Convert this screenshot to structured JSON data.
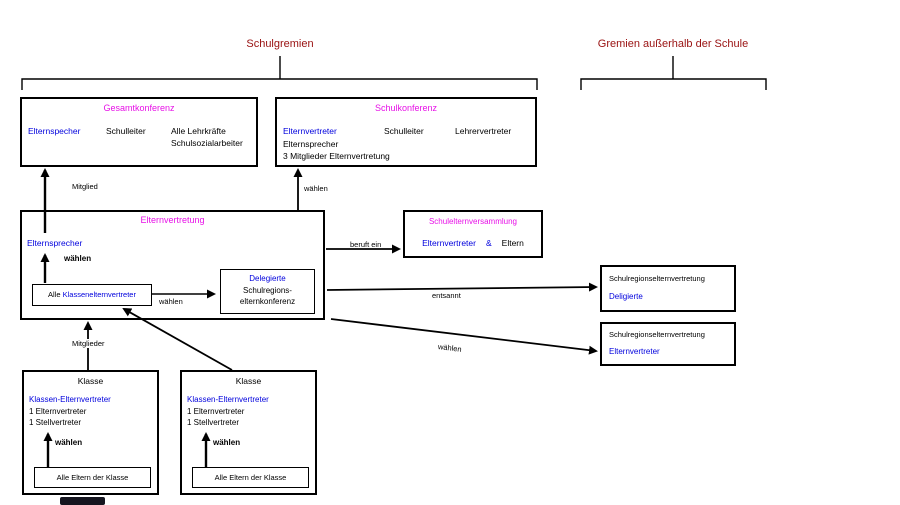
{
  "colors": {
    "header_red": "#991111",
    "title_magenta": "#e711e7",
    "text_blue": "#0000dd",
    "line_black": "#000000"
  },
  "headers": {
    "left": "Schulgremien",
    "right": "Gremien außerhalb der Schule"
  },
  "gesamtkonferenz": {
    "title": "Gesamtkonferenz",
    "member1": "Elternspecher",
    "member2": "Schulleiter",
    "member3_line1": "Alle Lehrkräfte",
    "member3_line2": "Schulsozialarbeiter"
  },
  "schulkonferenz": {
    "title": "Schulkonferenz",
    "member1": "Elternvertreter",
    "member2": "Schulleiter",
    "member3": "Lehrervertreter",
    "line2": "Elternsprecher",
    "line3": "3 Mitglieder Elternvertretung"
  },
  "elternvertretung": {
    "title": "Elternvertretung",
    "elternsprecher": "Elternsprecher",
    "inner_prefix": "Alle ",
    "inner_main": "Klassenelternvertreter",
    "delegierte_title": "Delegierte",
    "delegierte_line2": "Schulregions-",
    "delegierte_line3": "elternkonferenz"
  },
  "schulelternversammlung": {
    "title": "Schulelternversammlung",
    "member1": "Elternvertreter",
    "amp": "&",
    "member2": "Eltern"
  },
  "region_top": {
    "title": "Schulregionselternvertretung",
    "line2": "Deligierte"
  },
  "region_bottom": {
    "title": "Schulregionselternvertretung",
    "line2": "Elternvertreter"
  },
  "klasse1": {
    "title": "Klasse",
    "line1": "Klassen-Elternvertreter",
    "line2": "1 Elternvertreter",
    "line3": "1 Stellvertreter",
    "waehlen": "wählen",
    "inner": "Alle Eltern der Klasse"
  },
  "klasse2": {
    "title": "Klasse",
    "line1": "Klassen-Elternvertreter",
    "line2": "1 Elternvertreter",
    "line3": "1 Stellvertreter",
    "waehlen": "wählen",
    "inner": "Alle Eltern der Klasse"
  },
  "edges": {
    "mitglied": "Mitglied",
    "waehlen_schulkonferenz": "wählen",
    "beruft_ein": "beruft ein",
    "waehlen_elternsprecher": "wählen",
    "waehlen_delegierte": "wählen",
    "entsannt": "entsannt",
    "waehlen_region": "wählen",
    "mitglieder": "Mitglieder"
  }
}
